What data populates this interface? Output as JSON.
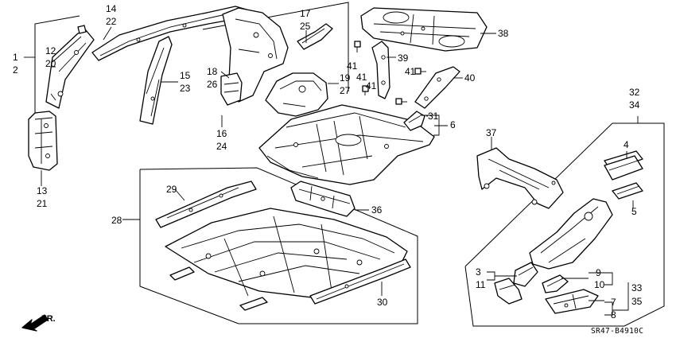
{
  "callouts": {
    "c1": "1",
    "c2": "2",
    "c12": "12",
    "c20": "20",
    "c13": "13",
    "c21": "21",
    "c14": "14",
    "c22": "22",
    "c15": "15",
    "c23": "23",
    "c17": "17",
    "c25": "25",
    "c18": "18",
    "c26": "26",
    "c16": "16",
    "c24": "24",
    "c19": "19",
    "c27": "27",
    "c38": "38",
    "c39": "39",
    "c40": "40",
    "c41a": "41",
    "c41b": "41",
    "c41c": "41",
    "c41d": "41",
    "c31": "31",
    "c6": "6",
    "c37": "37",
    "c32": "32",
    "c34": "34",
    "c4": "4",
    "c5": "5",
    "c29": "29",
    "c28": "28",
    "c36": "36",
    "c30": "30",
    "c3": "3",
    "c11": "11",
    "c9": "9",
    "c10": "10",
    "c33": "33",
    "c35": "35",
    "c7": "7",
    "c8": "8"
  },
  "diagram_code": "SR47-B4910C",
  "direction_label": "FR."
}
